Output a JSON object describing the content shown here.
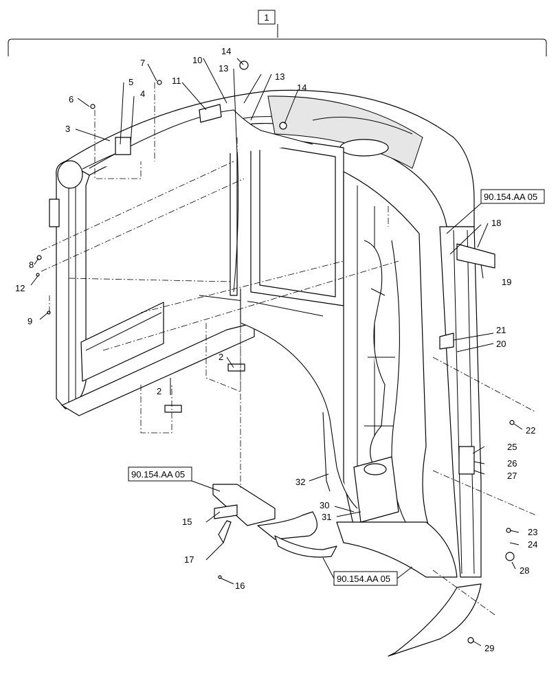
{
  "assembly_label": "1",
  "callouts": [
    "2",
    "2",
    "3",
    "4",
    "5",
    "6",
    "7",
    "8",
    "9",
    "10",
    "11",
    "12",
    "13",
    "13",
    "14",
    "14",
    "15",
    "16",
    "17",
    "18",
    "19",
    "20",
    "21",
    "22",
    "23",
    "24",
    "25",
    "26",
    "27",
    "28",
    "29",
    "30",
    "31",
    "32"
  ],
  "references": [
    "90.154.AA 05",
    "90.154.AA 05",
    "90.154.AA 05"
  ]
}
